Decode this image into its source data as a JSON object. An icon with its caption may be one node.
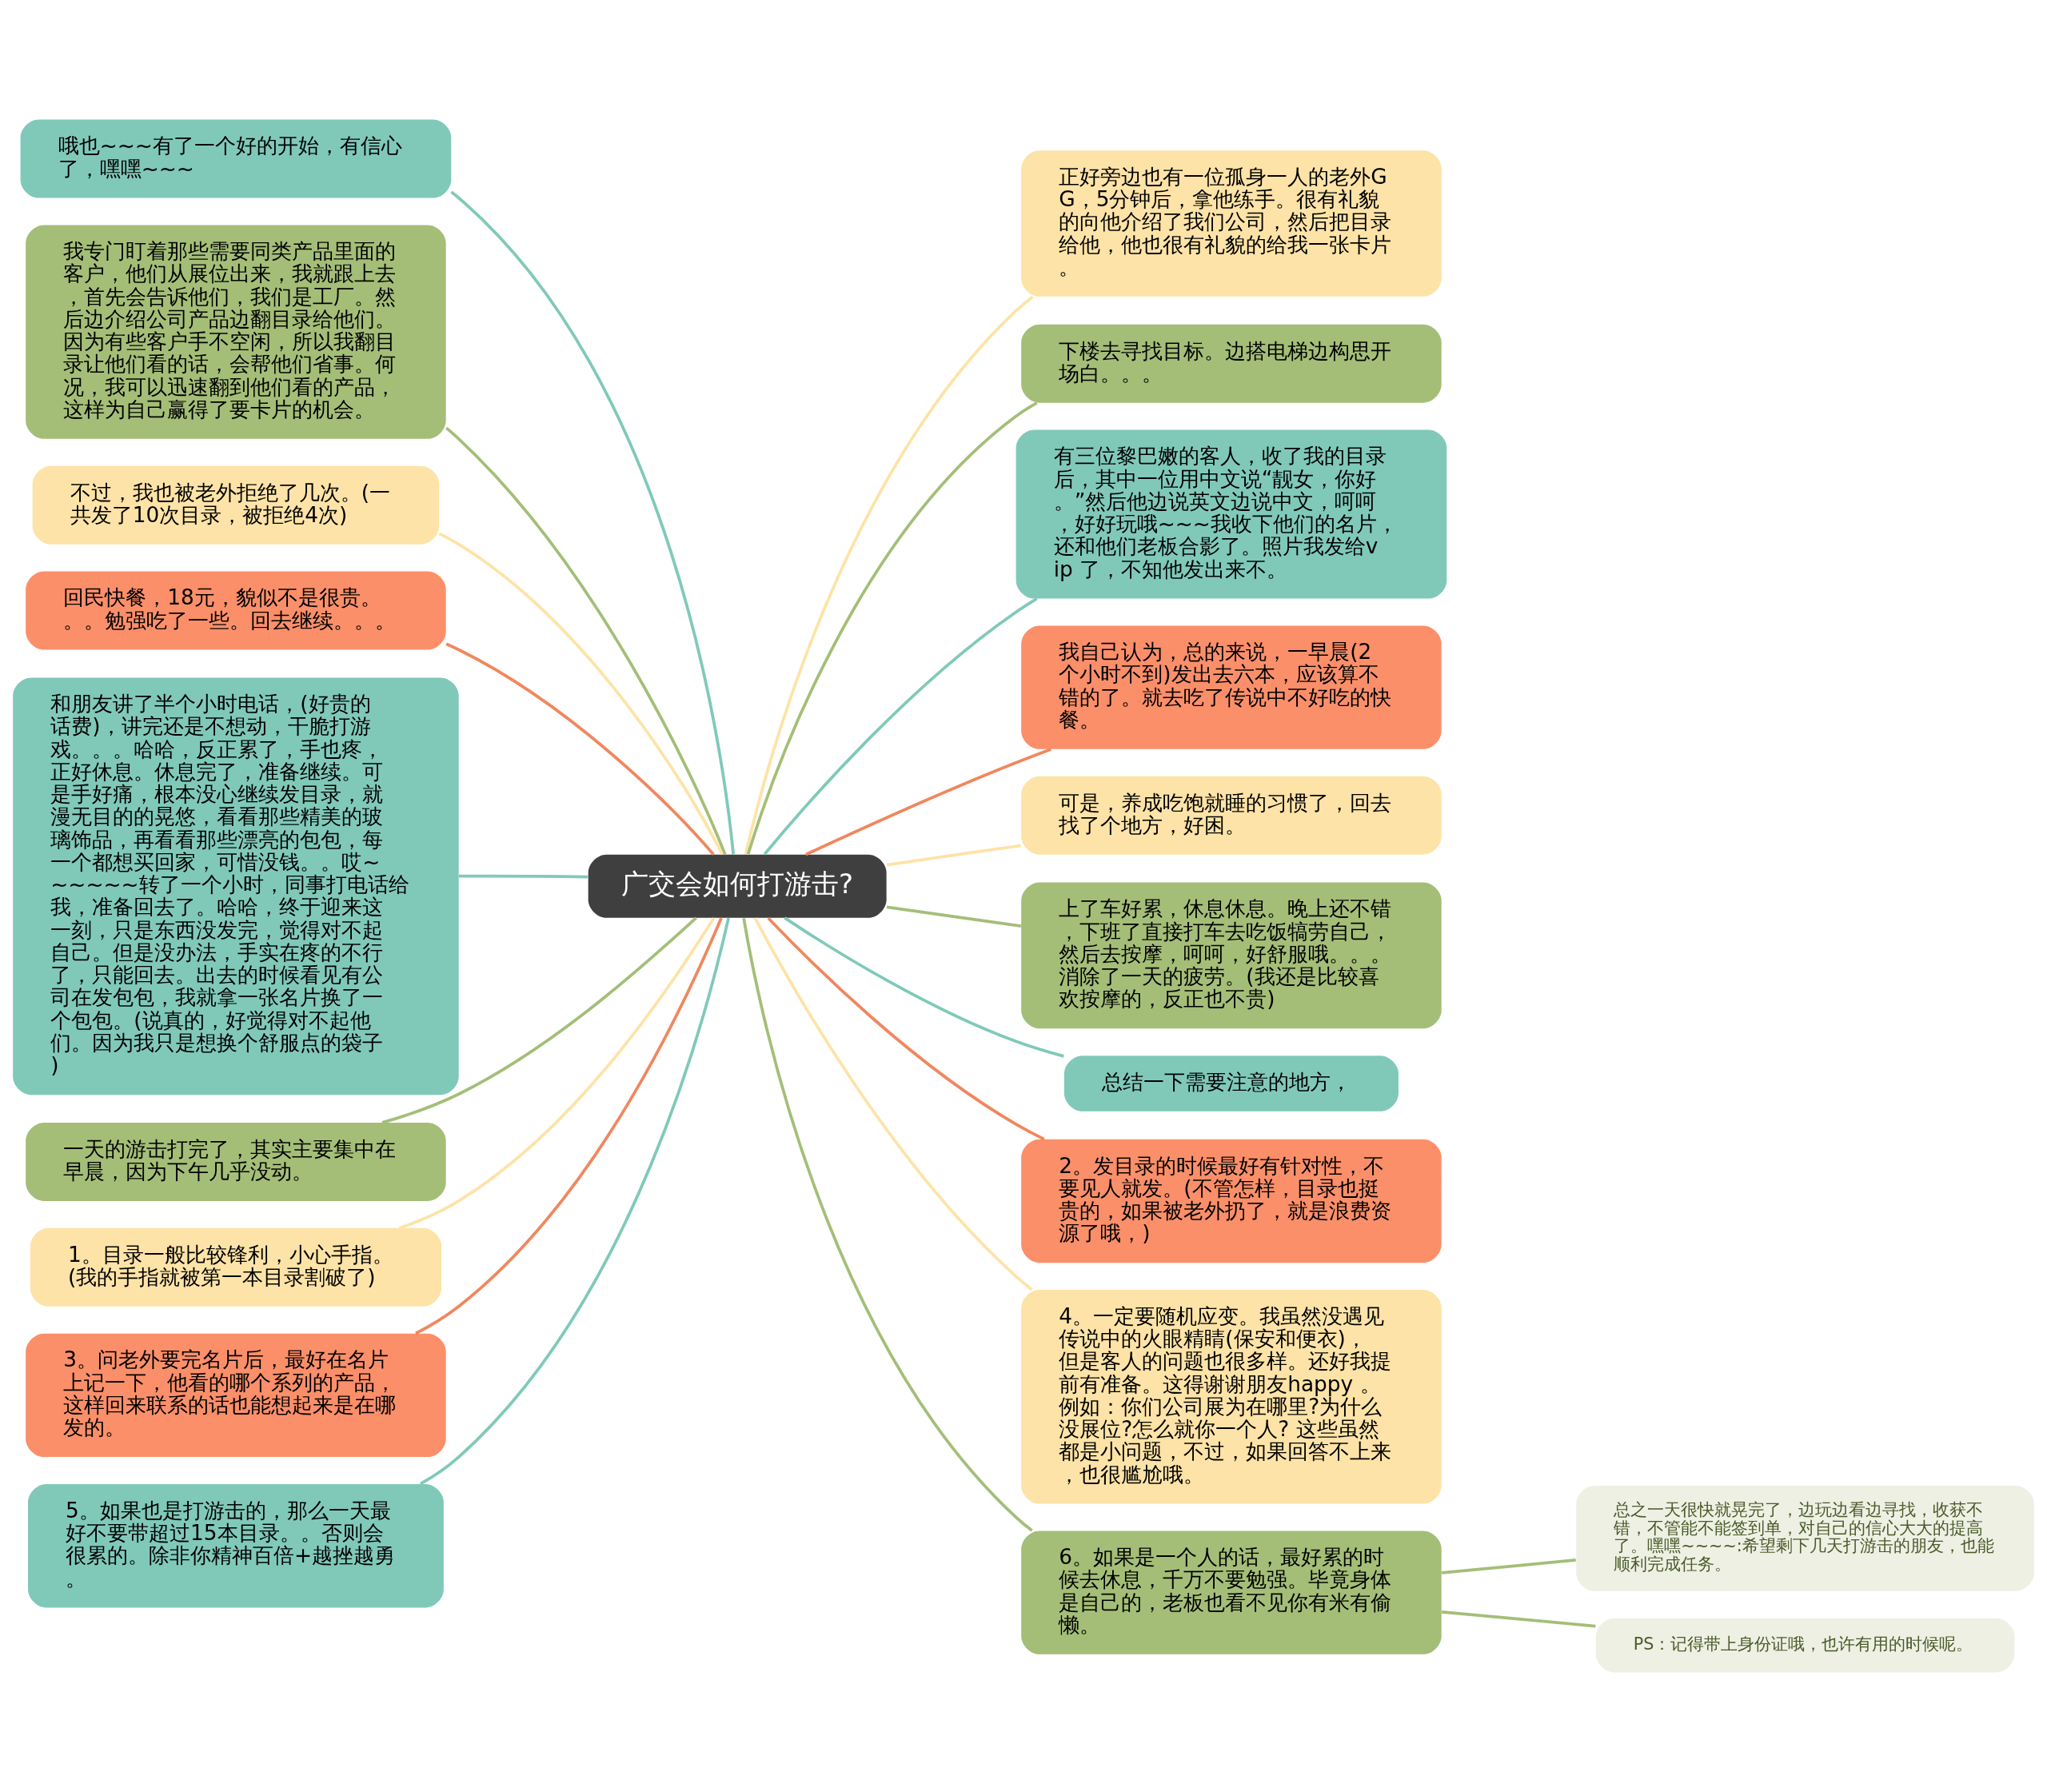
{
  "diagram": {
    "nodes": [
      {
        "text": [
          "广交会如何打游击?"
        ]
      },
      {
        "text": [
          "哦也~~~有了一个好的开始，有信心了，嘿嘿~~~"
        ]
      },
      {
        "text": [
          "我专门盯着那些需要同类产品里面的客户，他们从展位出来，我就跟上去，首先会告诉他们，我们是工厂。然后边介绍公司产品边翻目录给他们。因为有些客户手不空闲，所以我翻目录让他们看的话，会帮他们省事。何况，我可以迅速翻到他们看的产品，这样为自己赢得了要卡片的机会。"
        ]
      },
      {
        "text": [
          "不过，我也被老外拒绝了几次。(一共发了10次目录，被拒绝4次)"
        ]
      },
      {
        "text": [
          "回民快餐，18元，貌似不是很贵。。。勉强吃了一些。回去继续。。。"
        ]
      },
      {
        "text": [
          "和朋友讲了半个小时电话，(好贵的话费)，讲完还是不想动，干脆打游戏。。。哈哈，反正累了，手也疼，正好休息。休息完了，准备继续。可是手好痛，根本没心继续发目录，就漫无目的的晃悠，看看那些精美的玻璃饰品，再看看那些漂亮的包包，每一个都想买回家，可惜没钱。。哎~~~~~~转了一个小时，同事打电话给我，准备回去了。哈哈，终于迎来这一刻，只是东西没发完，觉得对不起自己。但是没办法，手实在疼的不行了，只能回去。出去的时候看见有公司在发包包，我就拿一张名片换了一个包包。(说真的，好觉得对不起他们。因为我只是想换个舒服点的袋子)"
        ]
      },
      {
        "text": [
          "一天的游击打完了，其实主要集中在早晨，因为下午几乎没动。"
        ]
      },
      {
        "text": [
          "1。目录一般比较锋利，小心手指。(我的手指就被第一本目录割破了)"
        ]
      },
      {
        "text": [
          "3。问老外要完名片后，最好在名片上记一下，他看的哪个系列的产品，这样回来联系的话也能想起来是在哪发的。"
        ]
      },
      {
        "text": [
          "5。如果也是打游击的，那么一天最好不要带超过15本目录。。否则会很累的。除非你精神百倍+越挫越勇。"
        ]
      },
      {
        "text": [
          "正好旁边也有一位孤身一人的老外GG，5分钟后，拿他练手。很有礼貌的向他介绍了我们公司，然后把目录给他，他也很有礼貌的给我一张卡片。"
        ]
      },
      {
        "text": [
          "下楼去寻找目标。边搭电梯边构思开场白。。。"
        ]
      },
      {
        "text": [
          "有三位黎巴嫩的客人，收了我的目录后，其中一位用中文说“靓女，你好。”然后他边说英文边说中文，呵呵，好好玩哦~~~我收下他们的名片，还和他们老板合影了。照片我发给vip 了，不知他发出来不。"
        ]
      },
      {
        "text": [
          "我自己认为，总的来说，一早晨(2个小时不到)发出去六本，应该算不错的了。就去吃了传说中不好吃的快餐。"
        ]
      },
      {
        "text": [
          "可是，养成吃饱就睡的习惯了，回去找了个地方，好困。"
        ]
      },
      {
        "text": [
          "上了车好累，休息休息。晚上还不错，下班了直接打车去吃饭犒劳自己，然后去按摩，呵呵，好舒服哦。。。消除了一天的疲劳。(我还是比较喜欢按摩的，反正也不贵)"
        ]
      },
      {
        "text": [
          "总结一下需要注意的地方，"
        ]
      },
      {
        "text": [
          "2。发目录的时候最好有针对性，不要见人就发。(不管怎样，目录也挺贵的，如果被老外扔了，就是浪费资源了哦，)"
        ]
      },
      {
        "text": [
          "4。一定要随机应变。我虽然没遇见传说中的火眼精睛(保安和便衣)，但是客人的问题也很多样。还好我提前有准备。这得谢谢朋友happy 。例如：你们公司展为在哪里?为什么没展位?怎么就你一个人? 这些虽然都是小问题，不过，如果回答不上来，也很尴尬哦。"
        ]
      },
      {
        "text": [
          "6。如果是一个人的话，最好累的时候去休息，千万不要勉强。毕竟身体是自己的，老板也看不见你有米有偷懒。"
        ]
      },
      {
        "text": [
          "总之一天很快就晃完了，边玩边看边寻找，收获不错，不管能不能签到单，对自己的信心大大的提高了。嘿嘿~~~~:希望剩下几天打游击的朋友，也能顺利完成任务。"
        ]
      },
      {
        "text": [
          "PS：记得带上身份证哦，也许有用的时候呢。"
        ]
      }
    ],
    "edges": [
      {
        "from": 0,
        "to": 1,
        "arrow": "none",
        "color": "#80c9b9"
      },
      {
        "from": 0,
        "to": 2,
        "arrow": "none",
        "color": "#a4be78"
      },
      {
        "from": 0,
        "to": 3,
        "arrow": "none",
        "color": "#fde3a7"
      },
      {
        "from": 0,
        "to": 4,
        "arrow": "none",
        "color": "#f0875f"
      },
      {
        "from": 0,
        "to": 5,
        "arrow": "none",
        "color": "#80c9b9"
      },
      {
        "from": 0,
        "to": 6,
        "arrow": "none",
        "color": "#a4be78"
      },
      {
        "from": 0,
        "to": 7,
        "arrow": "none",
        "color": "#fde3a7"
      },
      {
        "from": 0,
        "to": 8,
        "arrow": "none",
        "color": "#f0875f"
      },
      {
        "from": 0,
        "to": 9,
        "arrow": "none",
        "color": "#80c9b9"
      },
      {
        "from": 0,
        "to": 10,
        "arrow": "none",
        "color": "#fde3a7"
      },
      {
        "from": 0,
        "to": 11,
        "arrow": "none",
        "color": "#a4be78"
      },
      {
        "from": 0,
        "to": 12,
        "arrow": "none",
        "color": "#80c9b9"
      },
      {
        "from": 0,
        "to": 13,
        "arrow": "none",
        "color": "#f0875f"
      },
      {
        "from": 0,
        "to": 14,
        "arrow": "none",
        "color": "#fde3a7"
      },
      {
        "from": 0,
        "to": 15,
        "arrow": "none",
        "color": "#a4be78"
      },
      {
        "from": 0,
        "to": 16,
        "arrow": "none",
        "color": "#80c9b9"
      },
      {
        "from": 0,
        "to": 17,
        "arrow": "none",
        "color": "#f0875f"
      },
      {
        "from": 0,
        "to": 18,
        "arrow": "none",
        "color": "#fde3a7"
      },
      {
        "from": 0,
        "to": 19,
        "arrow": "none",
        "color": "#a4be78"
      },
      {
        "from": 19,
        "to": 20,
        "arrow": "none",
        "color": "#a4be78"
      },
      {
        "from": 19,
        "to": 21,
        "arrow": "none",
        "color": "#a4be78"
      }
    ]
  }
}
